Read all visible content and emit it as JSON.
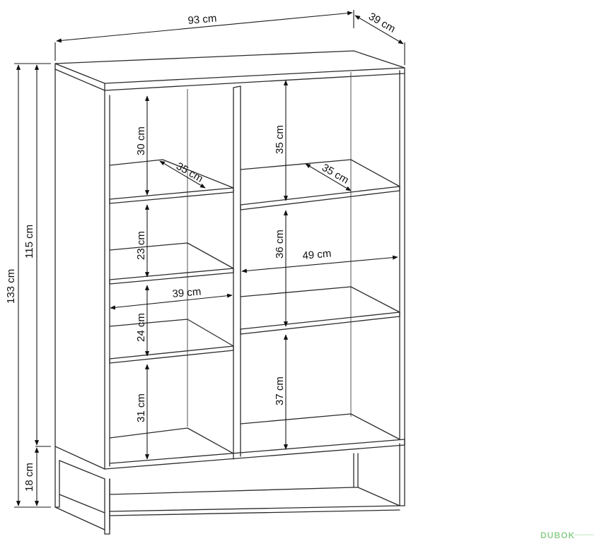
{
  "dimensions": {
    "total_width": "93 cm",
    "depth": "39 cm",
    "total_height": "133 cm",
    "body_height": "115 cm",
    "leg_height": "18 cm",
    "left_top_shelf_height": "30 cm",
    "left_top_shelf_depth": "35 cm",
    "left_second_height": "23 cm",
    "left_compartment_width": "39 cm",
    "left_third_height": "24 cm",
    "left_bottom_height": "31 cm",
    "right_top_height": "35 cm",
    "right_top_shelf_depth": "35 cm",
    "right_middle_height": "36 cm",
    "right_compartment_width": "49 cm",
    "right_bottom_height": "37 cm"
  },
  "watermark": {
    "brand": "DUBOK",
    "tagline": "мебельный магазин"
  }
}
